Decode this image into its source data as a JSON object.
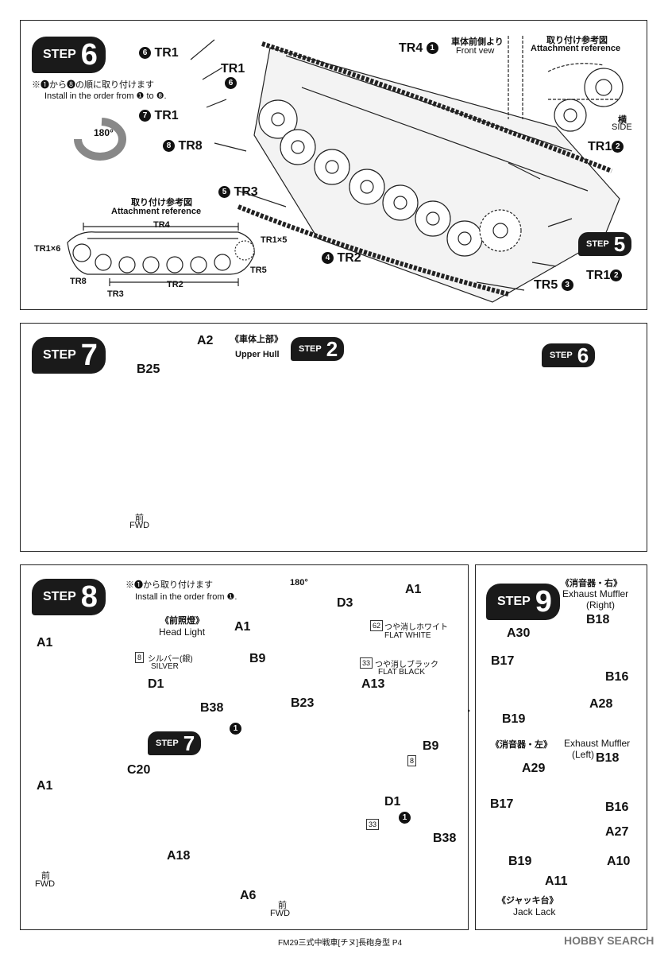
{
  "step6": {
    "step_word": "STEP",
    "step_num": "6",
    "order_note_jp": "※❶から❽の順に取り付けます",
    "order_note_en": "Install in the order from ❶ to ❽.",
    "rotate_label": "180°",
    "front_jp": "車体前側より",
    "front_en": "Front vew",
    "attach_jp": "取り付け参考図",
    "attach_en": "Attachment reference",
    "side_jp": "横",
    "side_en": "SIDE",
    "callouts": {
      "tr1_6a": "TR1",
      "tr1_6b": "TR1",
      "tr1_7": "TR1",
      "tr8": "TR8",
      "tr3": "TR3",
      "tr2": "TR2",
      "tr4": "TR4",
      "tr1_2a": "TR1",
      "tr1_2b": "TR1",
      "tr5": "TR5"
    },
    "nums": {
      "n6a": "6",
      "n6b": "6",
      "n7": "7",
      "n8": "8",
      "n5": "5",
      "n4": "4",
      "n1": "1",
      "n2a": "2",
      "n2b": "2",
      "n3": "3"
    },
    "ref_title_jp": "取り付け参考図",
    "ref_title_en": "Attachment reference",
    "ref_labels": {
      "tr4": "TR4",
      "tr1x6": "TR1×6",
      "tr1x5": "TR1×5",
      "tr5": "TR5",
      "tr8": "TR8",
      "tr3": "TR3",
      "tr2": "TR2"
    },
    "sub_step_word": "STEP",
    "sub_step_num": "5"
  },
  "step7": {
    "step_word": "STEP",
    "step_num": "7",
    "a2": "A2",
    "b25": "B25",
    "upper_jp": "《車体上部》",
    "upper_en": "Upper Hull",
    "sub2_word": "STEP",
    "sub2_num": "2",
    "sub6_word": "STEP",
    "sub6_num": "6",
    "fwd_jp": "前",
    "fwd_en": "FWD"
  },
  "step8": {
    "step_word": "STEP",
    "step_num": "8",
    "order_jp": "※❶から取り付けます",
    "order_en": "Install in the order from ❶.",
    "rotate_label": "180°",
    "headlight_jp": "《前照燈》",
    "headlight_en": "Head Light",
    "parts": {
      "a1_top": "A1",
      "a1_left1": "A1",
      "a1_left2": "A1",
      "a1_box": "A1",
      "d3": "D3",
      "b9a": "B9",
      "b9b": "B9",
      "d1a": "D1",
      "d1b": "D1",
      "b38a": "B38",
      "b38b": "B38",
      "b23": "B23",
      "a13": "A13",
      "c20": "C20",
      "a18": "A18",
      "a6": "A6"
    },
    "color_62_num": "62",
    "color_62_jp": "つや消しホワイト",
    "color_62_en": "FLAT WHITE",
    "color_8_num": "8",
    "color_8_jp": "シルバー(銀)",
    "color_8_en": "SILVER",
    "color_33_num": "33",
    "color_33_jp": "つや消しブラック",
    "color_33_en": "FLAT BLACK",
    "color_8b_num": "8",
    "color_33b_num": "33",
    "sub_step_word": "STEP",
    "sub_step_num": "7",
    "fwd_jp": "前",
    "fwd_en": "FWD",
    "fwd2_jp": "前",
    "fwd2_en": "FWD",
    "num1a": "1",
    "num1b": "1"
  },
  "step9": {
    "step_word": "STEP",
    "step_num": "9",
    "right_jp": "《消音器・右》",
    "right_en": "Exhaust Muffler",
    "right_en2": "(Right)",
    "left_jp": "《消音器・左》",
    "left_en": "Exhaust Muffler",
    "left_en2": "(Left)",
    "parts_r": {
      "b18": "B18",
      "a30": "A30",
      "b17": "B17",
      "b16": "B16",
      "a28": "A28",
      "b19": "B19"
    },
    "parts_l": {
      "b18": "B18",
      "a29": "A29",
      "b17": "B17",
      "b16": "B16",
      "a27": "A27",
      "b19": "B19"
    },
    "jack_a10": "A10",
    "jack_a11": "A11",
    "jack_jp": "《ジャッキ台》",
    "jack_en": "Jack Lack"
  },
  "footer": "FM29三式中戦車[チヌ]長砲身型 P4",
  "watermark": "HOBBY SEARCH"
}
